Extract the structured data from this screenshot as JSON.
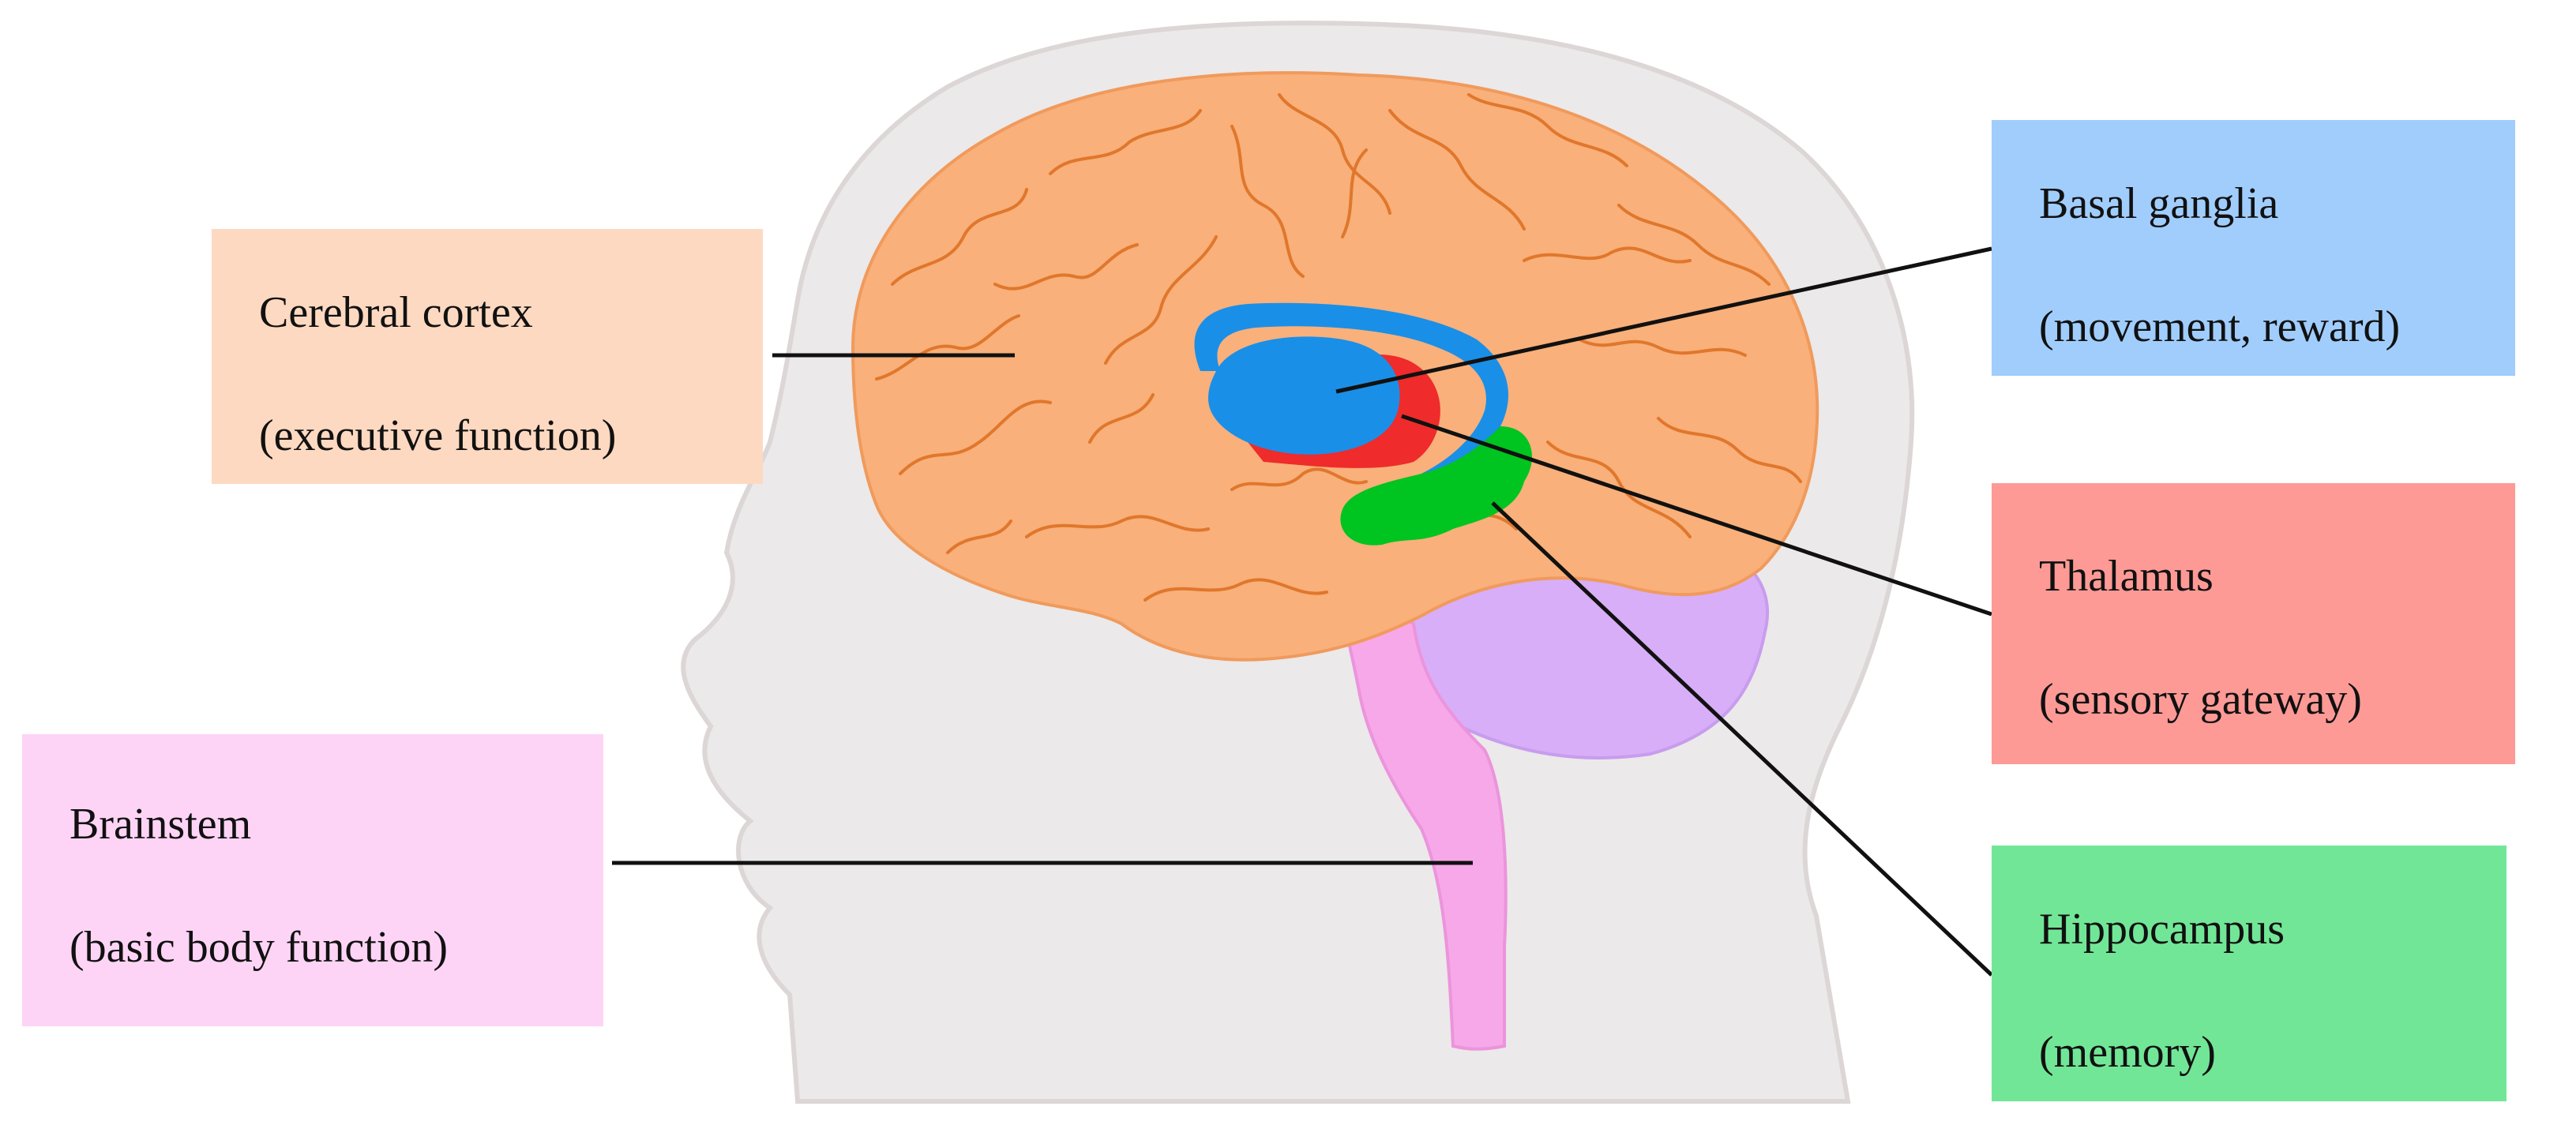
{
  "colors": {
    "head": "#ebe9e9",
    "head_outline": "#ddd6d6",
    "cortex": "#f9b07a",
    "sulci": "#e0772c",
    "basal_ganglia": "#1a8fe8",
    "thalamus": "#ef2b2b",
    "hippocampus": "#00c41f",
    "cerebellum": "#d8aef8",
    "brainstem": "#f7a8e8",
    "leader": "#111111"
  },
  "labels": {
    "cortex": {
      "title": "Cerebral cortex",
      "desc": "(executive function)",
      "bg": "#fed9c1"
    },
    "brainstem": {
      "title": "Brainstem",
      "desc": "(basic body function)",
      "bg": "#fed4f6"
    },
    "basal": {
      "title": "Basal ganglia",
      "desc": "(movement, reward)",
      "bg": "#a0cdfc"
    },
    "thalamus": {
      "title": "Thalamus",
      "desc": "(sensory gateway)",
      "bg": "#fe9a96"
    },
    "hippo": {
      "title": "Hippocampus",
      "desc": "(memory)",
      "bg": "#72e697"
    }
  }
}
